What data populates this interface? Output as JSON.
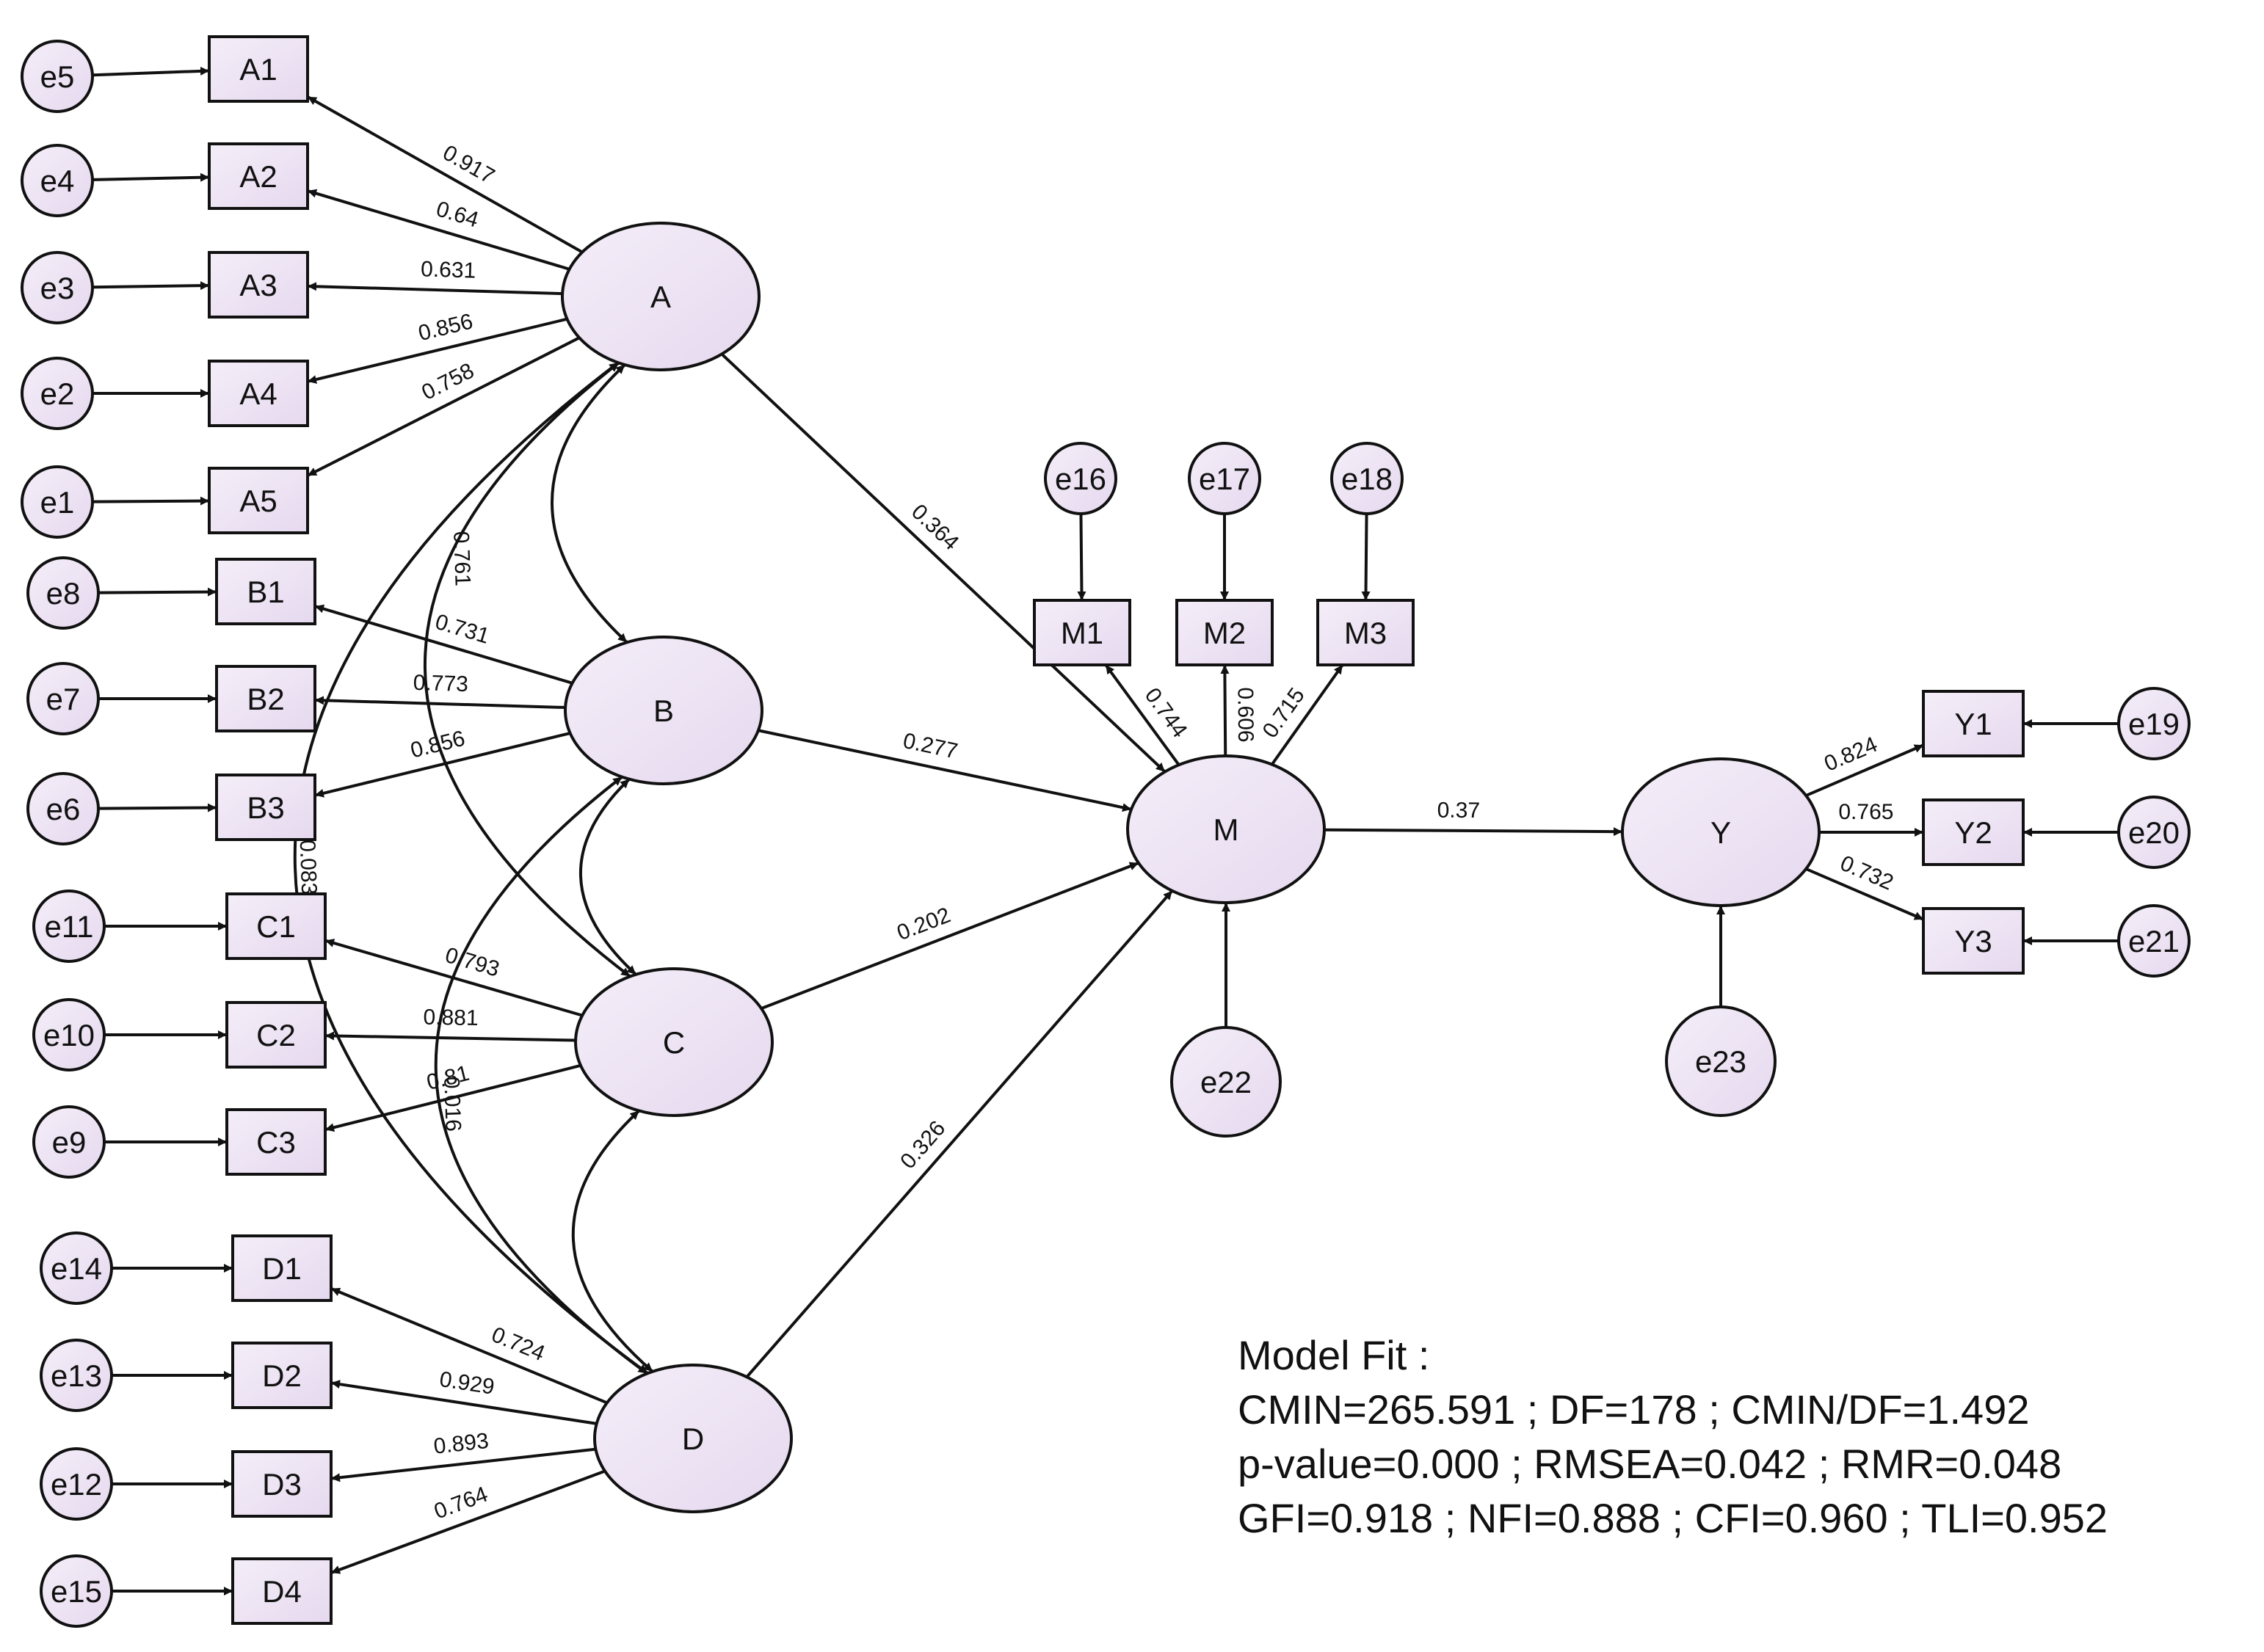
{
  "colors": {
    "node_fill_start": "#f2ecf7",
    "node_fill_end": "#e8dcf0",
    "stroke": "#111111",
    "background": "#ffffff"
  },
  "latents": [
    {
      "id": "A",
      "label": "A"
    },
    {
      "id": "B",
      "label": "B"
    },
    {
      "id": "C",
      "label": "C"
    },
    {
      "id": "D",
      "label": "D"
    },
    {
      "id": "M",
      "label": "M"
    },
    {
      "id": "Y",
      "label": "Y"
    }
  ],
  "indicators": [
    {
      "id": "A1",
      "label": "A1"
    },
    {
      "id": "A2",
      "label": "A2"
    },
    {
      "id": "A3",
      "label": "A3"
    },
    {
      "id": "A4",
      "label": "A4"
    },
    {
      "id": "A5",
      "label": "A5"
    },
    {
      "id": "B1",
      "label": "B1"
    },
    {
      "id": "B2",
      "label": "B2"
    },
    {
      "id": "B3",
      "label": "B3"
    },
    {
      "id": "C1",
      "label": "C1"
    },
    {
      "id": "C2",
      "label": "C2"
    },
    {
      "id": "C3",
      "label": "C3"
    },
    {
      "id": "D1",
      "label": "D1"
    },
    {
      "id": "D2",
      "label": "D2"
    },
    {
      "id": "D3",
      "label": "D3"
    },
    {
      "id": "D4",
      "label": "D4"
    },
    {
      "id": "M1",
      "label": "M1"
    },
    {
      "id": "M2",
      "label": "M2"
    },
    {
      "id": "M3",
      "label": "M3"
    },
    {
      "id": "Y1",
      "label": "Y1"
    },
    {
      "id": "Y2",
      "label": "Y2"
    },
    {
      "id": "Y3",
      "label": "Y3"
    }
  ],
  "errors": [
    {
      "id": "e1",
      "label": "e1",
      "target": "A5"
    },
    {
      "id": "e2",
      "label": "e2",
      "target": "A4"
    },
    {
      "id": "e3",
      "label": "e3",
      "target": "A3"
    },
    {
      "id": "e4",
      "label": "e4",
      "target": "A2"
    },
    {
      "id": "e5",
      "label": "e5",
      "target": "A1"
    },
    {
      "id": "e6",
      "label": "e6",
      "target": "B3"
    },
    {
      "id": "e7",
      "label": "e7",
      "target": "B2"
    },
    {
      "id": "e8",
      "label": "e8",
      "target": "B1"
    },
    {
      "id": "e9",
      "label": "e9",
      "target": "C3"
    },
    {
      "id": "e10",
      "label": "e10",
      "target": "C2"
    },
    {
      "id": "e11",
      "label": "e11",
      "target": "C1"
    },
    {
      "id": "e12",
      "label": "e12",
      "target": "D3"
    },
    {
      "id": "e13",
      "label": "e13",
      "target": "D2"
    },
    {
      "id": "e14",
      "label": "e14",
      "target": "D1"
    },
    {
      "id": "e15",
      "label": "e15",
      "target": "D4"
    },
    {
      "id": "e16",
      "label": "e16",
      "target": "M1"
    },
    {
      "id": "e17",
      "label": "e17",
      "target": "M2"
    },
    {
      "id": "e18",
      "label": "e18",
      "target": "M3"
    },
    {
      "id": "e19",
      "label": "e19",
      "target": "Y1"
    },
    {
      "id": "e20",
      "label": "e20",
      "target": "Y2"
    },
    {
      "id": "e21",
      "label": "e21",
      "target": "Y3"
    },
    {
      "id": "e22",
      "label": "e22",
      "target": "M"
    },
    {
      "id": "e23",
      "label": "e23",
      "target": "Y"
    }
  ],
  "loadings": [
    {
      "from": "A",
      "to": "A1",
      "value": "0.917"
    },
    {
      "from": "A",
      "to": "A2",
      "value": "0.64"
    },
    {
      "from": "A",
      "to": "A3",
      "value": "0.631"
    },
    {
      "from": "A",
      "to": "A4",
      "value": "0.856"
    },
    {
      "from": "A",
      "to": "A5",
      "value": "0.758"
    },
    {
      "from": "B",
      "to": "B1",
      "value": "0.731"
    },
    {
      "from": "B",
      "to": "B2",
      "value": "0.773"
    },
    {
      "from": "B",
      "to": "B3",
      "value": "0.856"
    },
    {
      "from": "C",
      "to": "C1",
      "value": "0.793"
    },
    {
      "from": "C",
      "to": "C2",
      "value": "0.881"
    },
    {
      "from": "C",
      "to": "C3",
      "value": "0.81"
    },
    {
      "from": "D",
      "to": "D1",
      "value": "0.724"
    },
    {
      "from": "D",
      "to": "D2",
      "value": "0.929"
    },
    {
      "from": "D",
      "to": "D3",
      "value": "0.893"
    },
    {
      "from": "D",
      "to": "D4",
      "value": "0.764"
    },
    {
      "from": "M",
      "to": "M1",
      "value": "0.744"
    },
    {
      "from": "M",
      "to": "M2",
      "value": "0.606"
    },
    {
      "from": "M",
      "to": "M3",
      "value": "0.715"
    },
    {
      "from": "Y",
      "to": "Y1",
      "value": "0.824"
    },
    {
      "from": "Y",
      "to": "Y2",
      "value": "0.765"
    },
    {
      "from": "Y",
      "to": "Y3",
      "value": "0.732"
    }
  ],
  "paths": [
    {
      "from": "A",
      "to": "M",
      "value": "0.364"
    },
    {
      "from": "B",
      "to": "M",
      "value": "0.277"
    },
    {
      "from": "C",
      "to": "M",
      "value": "0.202"
    },
    {
      "from": "D",
      "to": "M",
      "value": "0.326"
    },
    {
      "from": "M",
      "to": "Y",
      "value": "0.37"
    }
  ],
  "covariances": [
    {
      "from": "A",
      "to": "B",
      "value": ""
    },
    {
      "from": "B",
      "to": "C",
      "value": ""
    },
    {
      "from": "C",
      "to": "D",
      "value": ""
    },
    {
      "from": "A",
      "to": "C",
      "value": "0.761"
    },
    {
      "from": "B",
      "to": "D",
      "value": "0.016"
    },
    {
      "from": "A",
      "to": "D",
      "value": "0.083"
    }
  ],
  "model_fit": {
    "title": "Model Fit :",
    "line1": "CMIN=265.591 ; DF=178 ; CMIN/DF=1.492",
    "line2": "p-value=0.000 ; RMSEA=0.042 ; RMR=0.048",
    "line3": "GFI=0.918 ; NFI=0.888 ; CFI=0.960 ; TLI=0.952"
  }
}
